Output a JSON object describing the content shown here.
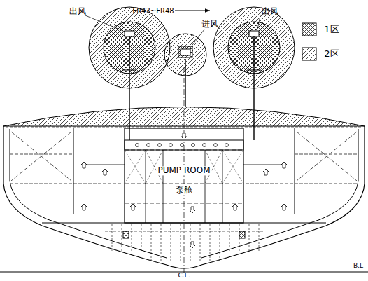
{
  "diagram": {
    "labels": [
      "出风",
      "FR43~FR48",
      "进风",
      "出风",
      "PUMP ROOM",
      "泵舱",
      "B.L",
      "C.L."
    ],
    "legend": [
      {
        "text": "1区"
      },
      {
        "text": "2区"
      }
    ]
  }
}
